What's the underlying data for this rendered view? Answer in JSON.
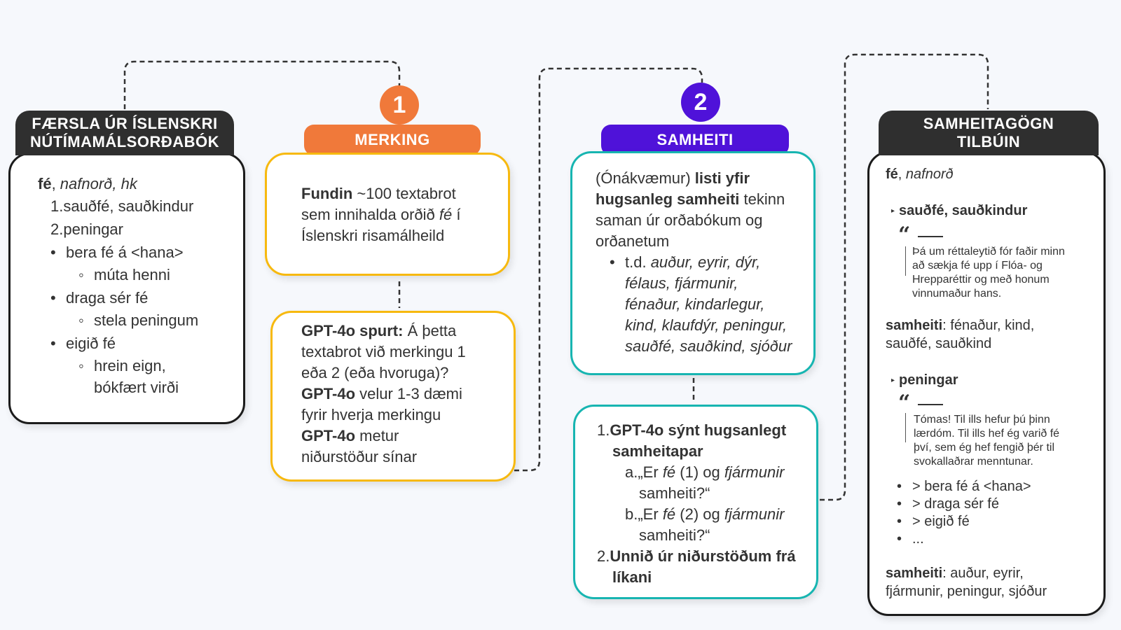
{
  "col1": {
    "header": [
      "FÆRSLA ÚR ÍSLENSKRI",
      "NÚTÍMAMÁLSORÐABÓK"
    ],
    "word": "fé",
    "word_class": "nafnorð, hk",
    "senses": [
      {
        "num": "1.",
        "text": "sauðfé, sauðkindur"
      },
      {
        "num": "2.",
        "text": "peningar"
      }
    ],
    "idioms": [
      {
        "text": "bera fé á <hana>",
        "sub": [
          "múta henni"
        ]
      },
      {
        "text": "draga sér fé",
        "sub": [
          "stela peningum"
        ]
      },
      {
        "text": "eigið fé",
        "sub": [
          "hrein eign,",
          "bókfært virði"
        ]
      }
    ]
  },
  "col2": {
    "badge": "1",
    "header": "MERKING",
    "box1": {
      "bold": "Fundin",
      "text1": " ~100 textabrot",
      "line2a": "sem innihalda orðið ",
      "line2i": "fé",
      "line2b": " í",
      "line3": "Íslenskri risamálheild"
    },
    "box2": {
      "l1b": "GPT-4o spurt:",
      "l1": " Á þetta",
      "l2": "textabrot við merkingu 1",
      "l3": "eða 2 (eða hvoruga)?",
      "l4b": "GPT-4o",
      "l4": " velur 1-3 dæmi",
      "l5": "fyrir hverja merkingu",
      "l6b": "GPT-4o",
      "l6": " metur",
      "l7": "niðurstöður sínar"
    }
  },
  "col3": {
    "badge": "2",
    "header": "SAMHEITI",
    "box1": {
      "l1": "(Ónákvæmur) ",
      "l1b": "listi yfir",
      "l2b": "hugsanleg samheiti",
      "l2": " tekinn",
      "l3": "saman úr orðabókum og",
      "l4": "orðanetum",
      "ex_prefix": "t.d. ",
      "ex_lines": [
        "auður, eyrir, dýr,",
        "félaus, fjármunir,",
        "fénaður, kindarlegur,",
        "kind, klaufdýr, peningur,",
        "sauðfé, sauðkind, sjóður"
      ]
    },
    "box2": {
      "n1": "1.",
      "i1a": "GPT-4o sýnt hugsanlegt",
      "i1b": "samheitapar",
      "a_label": "a.",
      "a1": "„Er ",
      "a1i": "fé",
      "a1b": " (1) og ",
      "a1i2": "fjármunir",
      "a2": "samheiti?“",
      "b_label": "b.",
      "b1": "„Er ",
      "b1i": "fé",
      "b1b": " (2) og ",
      "b1i2": "fjármunir",
      "b2": "samheiti?“",
      "n2": "2.",
      "i2a": "Unnið úr niðurstöðum frá",
      "i2b": "líkani"
    }
  },
  "col4": {
    "header": [
      "SAMHEITAGÖGN",
      "TILBÚIN"
    ],
    "word": "fé",
    "word_class": "nafnorð",
    "sense1": "sauðfé, sauðkindur",
    "quote1": [
      "Þá um réttaleytið fór faðir minn",
      "að sækja fé upp í Flóa- og",
      "Hrepparéttir og með honum",
      "vinnumaður hans."
    ],
    "syn_label": "samheiti",
    "syn1": [
      ": fénaður, kind,",
      "sauðfé, sauðkind"
    ],
    "sense2": "peningar",
    "quote2": [
      "Tómas! Til ills hefur þú þinn",
      "lærdóm. Til ills hef ég varið fé",
      "því, sem ég hef fengið þér til",
      "svokallaðrar menntunar."
    ],
    "bullets": [
      "> bera fé á <hana>",
      "> draga sér fé",
      "> eigið fé",
      "..."
    ],
    "syn2": [
      ": auður, eyrir,",
      "fjármunir, peningur, sjóður"
    ]
  },
  "colors": {
    "dark": "#2f2f2f",
    "orange": "#f0793a",
    "purple": "#4f12d9",
    "yellow": "#f7b90f",
    "teal": "#17b5b1"
  }
}
